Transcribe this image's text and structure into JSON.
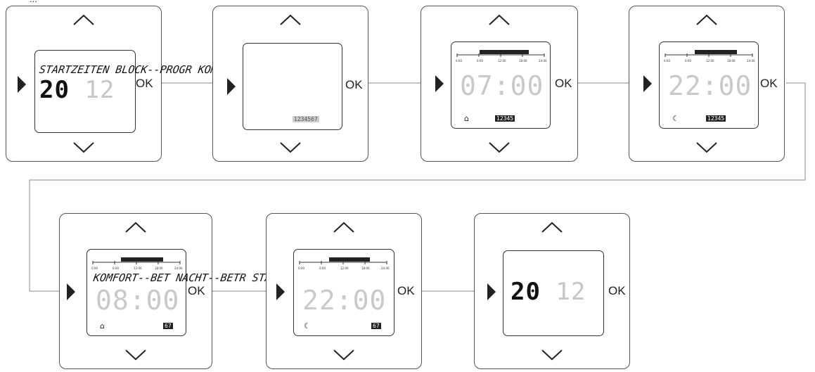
{
  "caption_fragment": "...",
  "labels": {
    "ok": "OK"
  },
  "scroll_texts": {
    "top": "STARTZEITEN BLOCK--PROGR KOMFORT--BET NACHT--BETR",
    "bottom": "KOMFORT--BET NACHT--BETR STARTZEITEN"
  },
  "panels": [
    {
      "id": "p1",
      "hour": "20",
      "min": "12"
    },
    {
      "id": "p2",
      "days": "1234567"
    },
    {
      "id": "p3",
      "time": "07:00",
      "days": "12345",
      "mode_icon": "house-icon"
    },
    {
      "id": "p4",
      "time": "22:00",
      "days": "12345",
      "mode_icon": "moon-icon"
    },
    {
      "id": "p5",
      "time": "08:00",
      "days": "67",
      "mode_icon": "house-icon"
    },
    {
      "id": "p6",
      "time": "22:00",
      "days": "67",
      "mode_icon": "moon-icon"
    },
    {
      "id": "p7",
      "hour": "20",
      "min": "12"
    }
  ],
  "timeline_ticks": [
    "0:00",
    "6:00",
    "12:00",
    "18:00",
    "24:00"
  ],
  "colors": {
    "outline": "#555555",
    "dim_digits": "#c8c8c8",
    "text": "#111111"
  }
}
